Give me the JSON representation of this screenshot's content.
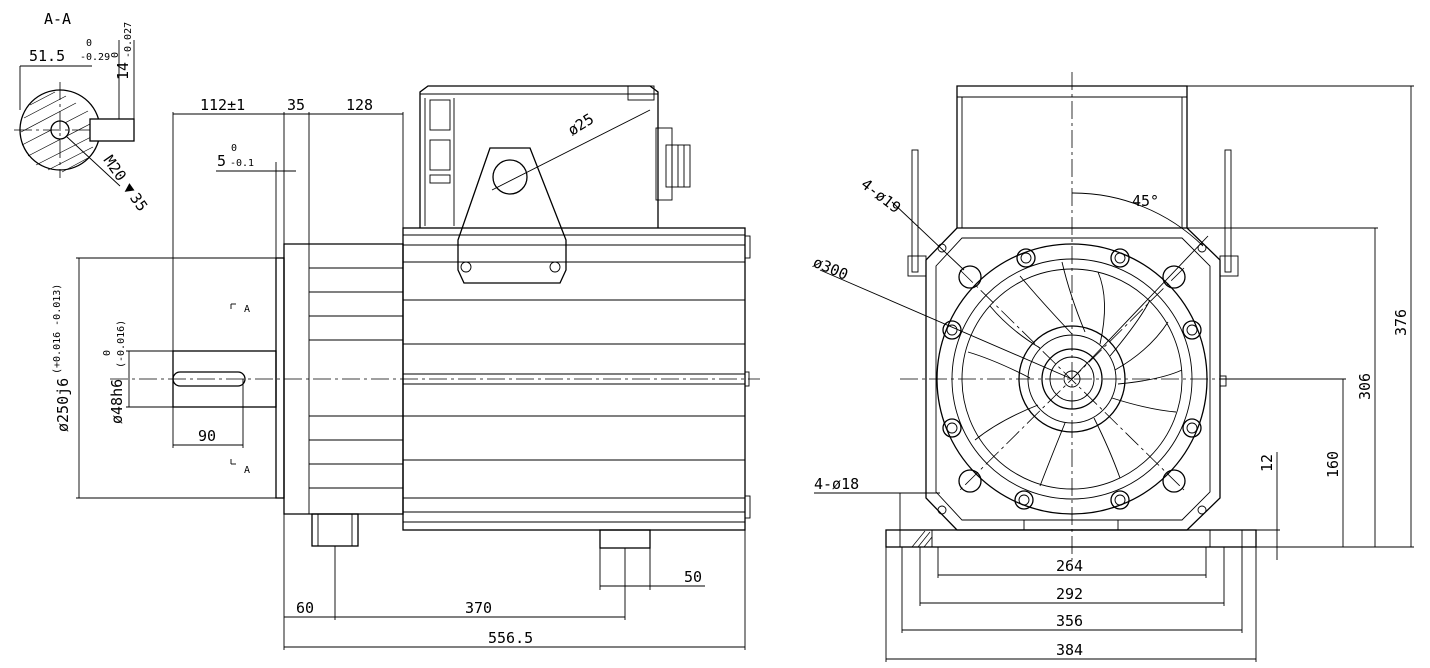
{
  "section": {
    "title": "A-A",
    "width_dim": "51.5",
    "width_tol_upper": "0",
    "width_tol_lower": "-0.29",
    "key_dim": "14",
    "key_tol_upper": "0",
    "key_tol_lower": "-0.027",
    "thread": "M20",
    "thread_depth_symbol": "▼",
    "thread_depth": "35"
  },
  "side_view": {
    "dim_112": "112±1",
    "dim_35": "35",
    "dim_128": "128",
    "dim_5": "5",
    "dim_5_tol_upper": "0",
    "dim_5_tol_lower": "-0.1",
    "dia_25": "ø25",
    "dia_250": "ø250j6",
    "dia_250_tol": "(+0.016 -0.013)",
    "dia_48": "ø48h6",
    "dia_48_tol_upper": "0",
    "dia_48_tol": "(-0.016)",
    "dim_90": "90",
    "section_mark": "A",
    "dim_60": "60",
    "dim_370": "370",
    "dim_50": "50",
    "dim_556": "556.5"
  },
  "front_view": {
    "holes_19": "4-ø19",
    "angle_45": "45°",
    "dia_300": "ø300",
    "holes_18": "4-ø18",
    "dim_376": "376",
    "dim_306": "306",
    "dim_160": "160",
    "dim_12": "12",
    "dim_264": "264",
    "dim_292": "292",
    "dim_356": "356",
    "dim_384": "384"
  }
}
